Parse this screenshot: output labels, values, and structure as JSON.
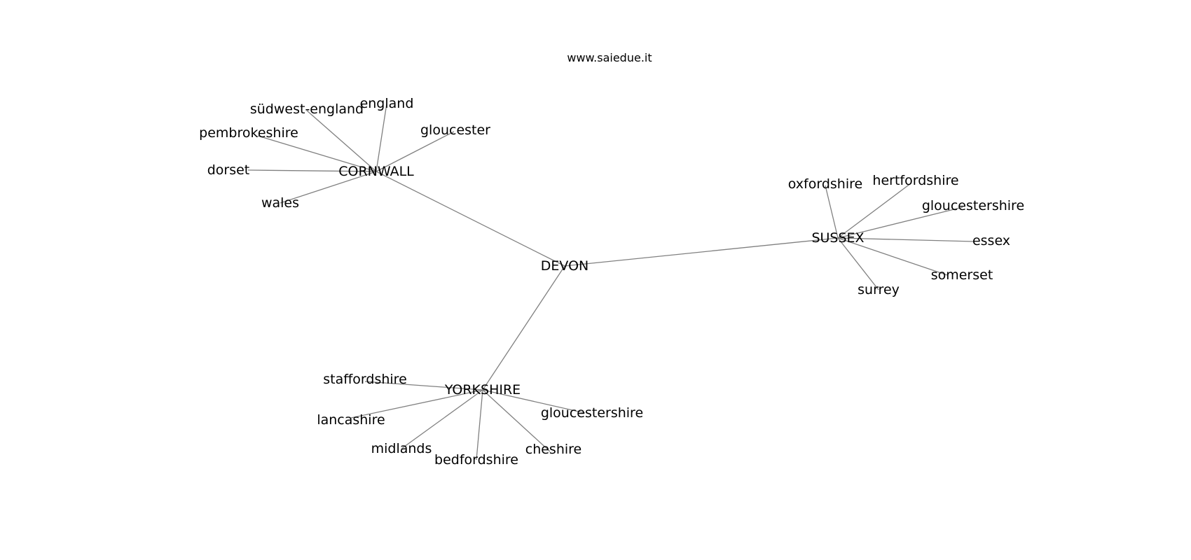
{
  "watermark": "www.saiedue.it",
  "colors": {
    "background": "#ffffff",
    "edge": "#808080",
    "text": "#000000"
  },
  "graph": {
    "center": "DEVON",
    "hubs": [
      {
        "label": "CORNWALL",
        "leaves": [
          "südwest-england",
          "england",
          "gloucester",
          "pembrokeshire",
          "dorset",
          "wales"
        ]
      },
      {
        "label": "SUSSEX",
        "leaves": [
          "oxfordshire",
          "hertfordshire",
          "gloucestershire",
          "essex",
          "somerset",
          "surrey"
        ]
      },
      {
        "label": "YORKSHIRE",
        "leaves": [
          "staffordshire",
          "lancashire",
          "midlands",
          "bedfordshire",
          "cheshire",
          "gloucestershire"
        ]
      }
    ]
  }
}
